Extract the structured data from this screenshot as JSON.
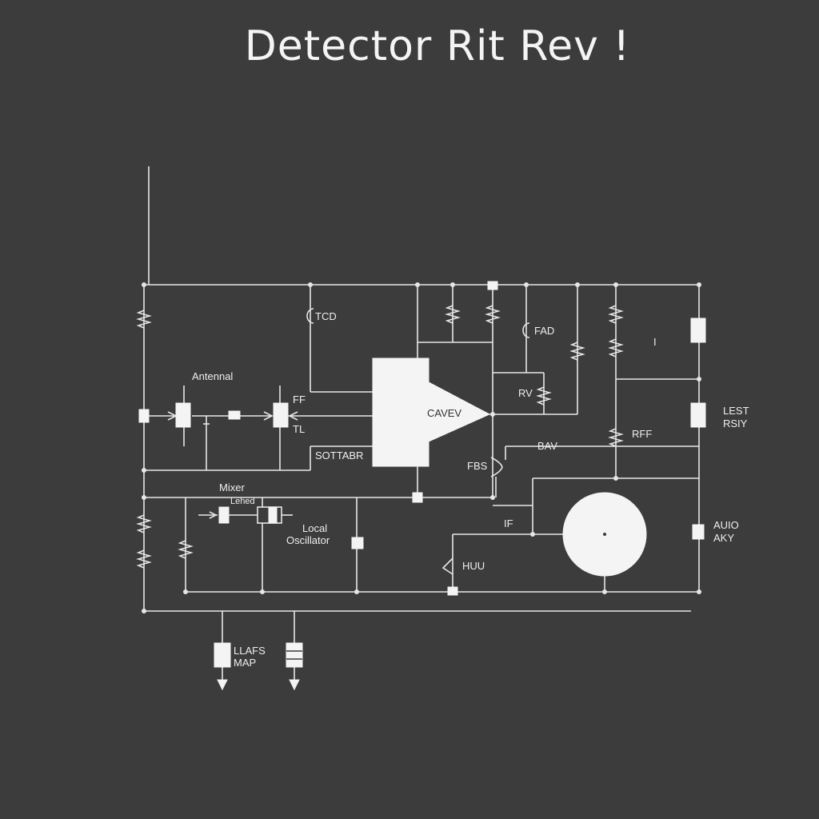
{
  "title": "Detector Rit Rev !",
  "labels": {
    "tcd": "TCD",
    "antenna": "Antennal",
    "ff": "FF",
    "tl": "TL",
    "caveу": "CAVEV",
    "sottabr": "SOTTABR",
    "fad": "FAD",
    "rv": "RV",
    "bav": "BAV",
    "fbs": "FBS",
    "i_mark": "I",
    "lest": "LEST",
    "rsiy": "RSIY",
    "rff": "RFF",
    "mixer": "Mixer",
    "lehed": "Lehed",
    "local": "Local",
    "oscillator": "Oscillator",
    "if": "IF",
    "huu": "HUU",
    "audio": "AUIO",
    "aky": "AKY",
    "llafs": "LLAFS",
    "map": "MAP"
  },
  "colors": {
    "background": "#3c3c3c",
    "ink": "#e6e6e6"
  }
}
